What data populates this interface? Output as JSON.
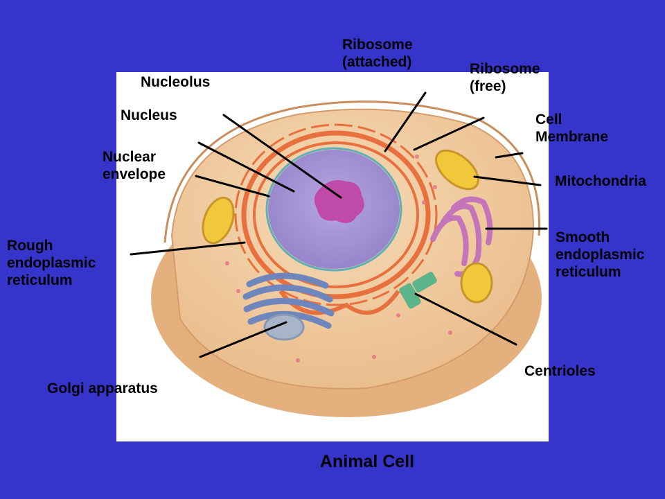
{
  "colors": {
    "background": "#3535cc",
    "panel": "#ffffff",
    "label_text": "#000000",
    "cytoplasm": "#f0c89a",
    "nucleus": "#a99ad6",
    "nucleolus": "#c04aa8",
    "envelope": "#e8703e",
    "golgi": "#6e86bc",
    "mitochondria": "#f0c83a",
    "smooth_er": "#c474b8",
    "centrioles": "#5cb48a"
  },
  "labels": {
    "ribosome_attached": [
      "Ribosome",
      "(attached)"
    ],
    "ribosome_free": [
      "Ribosome",
      "(free)"
    ],
    "nucleolus": [
      "Nucleolus"
    ],
    "nucleus": [
      "Nucleus"
    ],
    "cell_membrane": [
      "Cell",
      "Membrane"
    ],
    "nuclear_envelope": [
      "Nuclear",
      "envelope"
    ],
    "mitochondria": [
      "Mitochondria"
    ],
    "smooth_er": [
      "Smooth",
      "endoplasmic",
      "reticulum"
    ],
    "rough_er": [
      "Rough",
      "endoplasmic",
      "reticulum"
    ],
    "centrioles": [
      "Centrioles"
    ],
    "golgi": [
      "Golgi apparatus"
    ]
  },
  "caption": "Animal Cell"
}
